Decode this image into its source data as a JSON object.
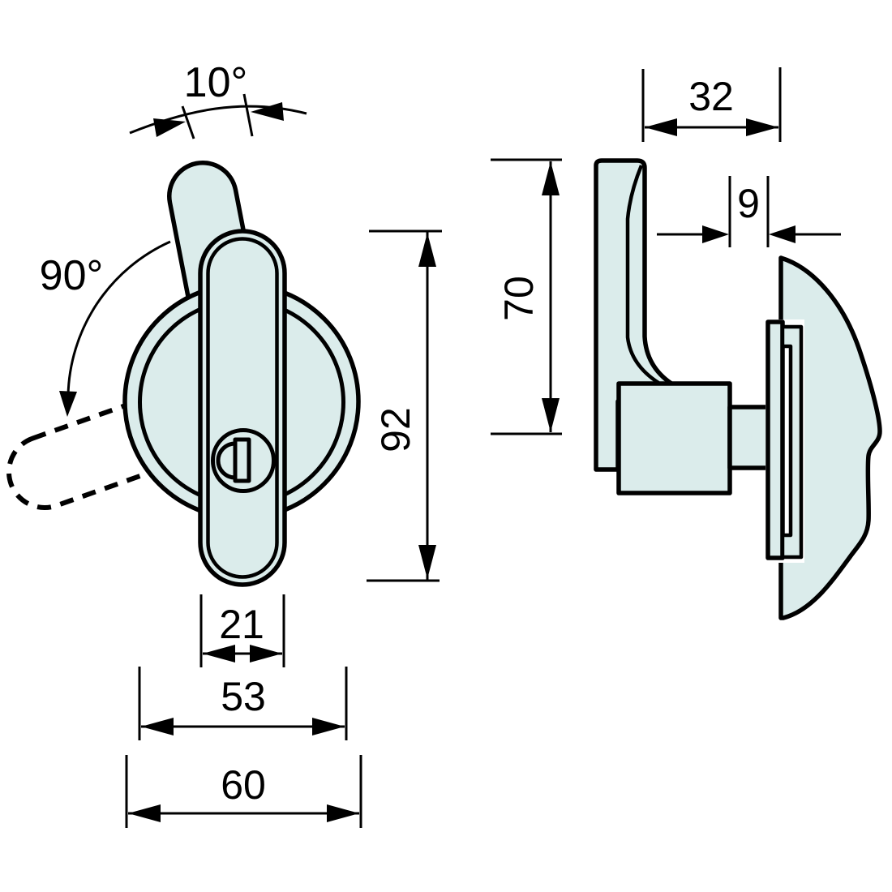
{
  "colors": {
    "shape_fill": "#dbeceb",
    "line": "#000000",
    "background": "#ffffff"
  },
  "front_view": {
    "dimensions": {
      "lever_tilt_angle": {
        "label": "10°"
      },
      "rotation_angle": {
        "label": "90°"
      },
      "backplate_height": {
        "label": "92"
      },
      "backplate_width": {
        "label": "21"
      },
      "rose_inner_diameter": {
        "label": "53"
      },
      "rose_outer_diameter": {
        "label": "60"
      }
    }
  },
  "side_view": {
    "dimensions": {
      "handle_depth": {
        "label": "32"
      },
      "plate_clearance": {
        "label": "9"
      },
      "lever_height": {
        "label": "70"
      }
    }
  }
}
